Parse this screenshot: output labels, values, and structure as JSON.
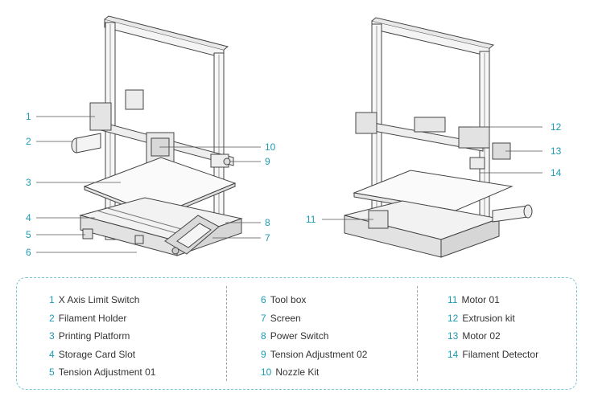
{
  "colors": {
    "accent": "#1d9ab3",
    "frame_line": "#555555",
    "text": "#333333"
  },
  "callouts": [
    "1",
    "2",
    "3",
    "4",
    "5",
    "6",
    "7",
    "8",
    "9",
    "10",
    "11",
    "12",
    "13",
    "14"
  ],
  "legend": {
    "columns": [
      [
        {
          "num": "1",
          "label": "X Axis Limit Switch"
        },
        {
          "num": "2",
          "label": "Filament Holder"
        },
        {
          "num": "3",
          "label": "Printing Platform"
        },
        {
          "num": "4",
          "label": "Storage Card Slot"
        },
        {
          "num": "5",
          "label": "Tension Adjustment 01"
        }
      ],
      [
        {
          "num": "6",
          "label": "Tool box"
        },
        {
          "num": "7",
          "label": "Screen"
        },
        {
          "num": "8",
          "label": "Power Switch"
        },
        {
          "num": "9",
          "label": "Tension Adjustment 02"
        },
        {
          "num": "10",
          "label": "Nozzle Kit"
        }
      ],
      [
        {
          "num": "11",
          "label": "Motor 01"
        },
        {
          "num": "12",
          "label": "Extrusion kit"
        },
        {
          "num": "13",
          "label": "Motor 02"
        },
        {
          "num": "14",
          "label": "Filament Detector"
        }
      ]
    ]
  }
}
